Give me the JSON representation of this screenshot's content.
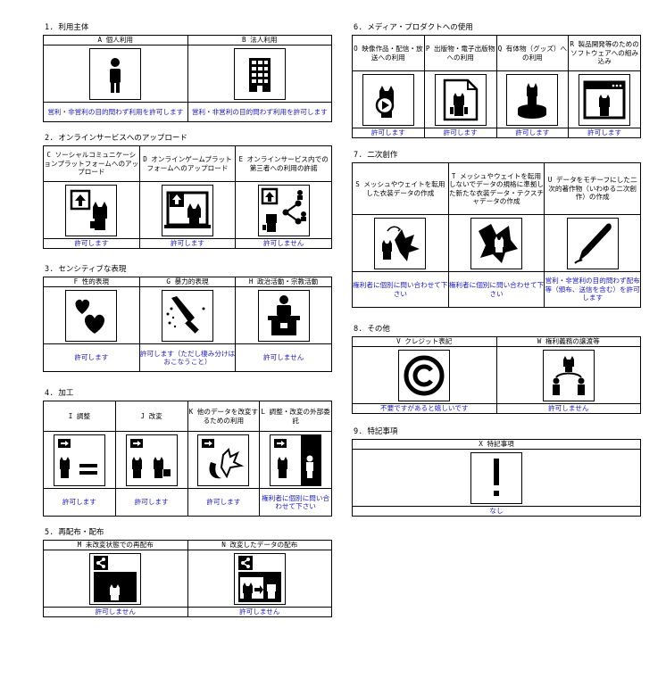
{
  "s1": {
    "title": "1. 利用主体",
    "cols": [
      {
        "head": "A 個人利用",
        "status": "営利・非営利の目的問わず利用を許可します",
        "icon": "person-icon"
      },
      {
        "head": "B 法人利用",
        "status": "営利・非営利の目的問わず利用を許可します",
        "icon": "building-icon"
      }
    ]
  },
  "s2": {
    "title": "2. オンラインサービスへのアップロード",
    "cols": [
      {
        "head": "C ソーシャルコミュニケーションプラットフォームへのアップロード",
        "status": "許可します",
        "icon": "upload-social-icon"
      },
      {
        "head": "D オンラインゲームプラットフォームへのアップロード",
        "status": "許可します",
        "icon": "upload-game-icon"
      },
      {
        "head": "E オンラインサービス内での第三者への利用の許諾",
        "status": "許可しません",
        "icon": "third-party-icon"
      }
    ]
  },
  "s3": {
    "title": "3. センシティブな表現",
    "cols": [
      {
        "head": "F 性的表現",
        "status": "許可します",
        "icon": "hearts-icon"
      },
      {
        "head": "G 暴力的表現",
        "status": "許可します（ただし棲み分けはおこなうこと）",
        "icon": "knife-icon"
      },
      {
        "head": "H 政治活動・宗教活動",
        "status": "許可しません",
        "icon": "podium-icon"
      }
    ]
  },
  "s4": {
    "title": "4. 加工",
    "cols": [
      {
        "head": "I 調整",
        "status": "許可します",
        "icon": "adjust-icon"
      },
      {
        "head": "J 改変",
        "status": "許可します",
        "icon": "modify-icon"
      },
      {
        "head": "K 他のデータを改変するための利用",
        "status": "許可します",
        "icon": "modify-other-icon"
      },
      {
        "head": "L 調整・改変の外部委託",
        "status": "権利者に個別に問い合わせて下さい",
        "icon": "outsource-icon"
      }
    ]
  },
  "s5": {
    "title": "5. 再配布・配布",
    "cols": [
      {
        "head": "M 未改変状態での再配布",
        "status": "許可しません",
        "icon": "redistribute-icon"
      },
      {
        "head": "N 改変したデータの配布",
        "status": "許可しません",
        "icon": "distribute-modified-icon"
      }
    ]
  },
  "s6": {
    "title": "6. メディア・プロダクトへの使用",
    "cols": [
      {
        "head": "O 映像作品・配信・放送への利用",
        "status": "許可します",
        "icon": "video-icon"
      },
      {
        "head": "P 出版物・電子出版物への利用",
        "status": "許可します",
        "icon": "publication-icon"
      },
      {
        "head": "Q 有体物（グッズ）への利用",
        "status": "許可します",
        "icon": "goods-icon"
      },
      {
        "head": "R 製品開発等のためのソフトウェアへの組み込み",
        "status": "許可します",
        "icon": "software-icon"
      }
    ]
  },
  "s7": {
    "title": "7. 二次創作",
    "cols": [
      {
        "head": "S メッシュやウェイトを転用した衣装データの作成",
        "status": "権利者に個別に問い合わせて下さい",
        "icon": "mesh-icon"
      },
      {
        "head": "T メッシュやウェイトを転用しないでデータの規格に準拠した新たな衣装データ・テクスチャデータの作成",
        "status": "権利者に個別に問い合わせて下さい",
        "icon": "texture-icon"
      },
      {
        "head": "U データをモチーフにした二次的著作物（いわゆる二次創作）の作成",
        "status": "営利・非営利の目的問わず配布等（頒布、送信を含む）を許可します",
        "icon": "pen-icon"
      }
    ]
  },
  "s8": {
    "title": "8. その他",
    "cols": [
      {
        "head": "V クレジット表記",
        "status": "不要ですがあると嬉しいです",
        "icon": "copyright-icon"
      },
      {
        "head": "W 権利義務の譲渡等",
        "status": "許可しません",
        "icon": "transfer-icon"
      }
    ]
  },
  "s9": {
    "title": "9. 特記事項",
    "cols": [
      {
        "head": "X 特記事項",
        "status": "なし",
        "icon": "exclamation-icon"
      }
    ]
  }
}
